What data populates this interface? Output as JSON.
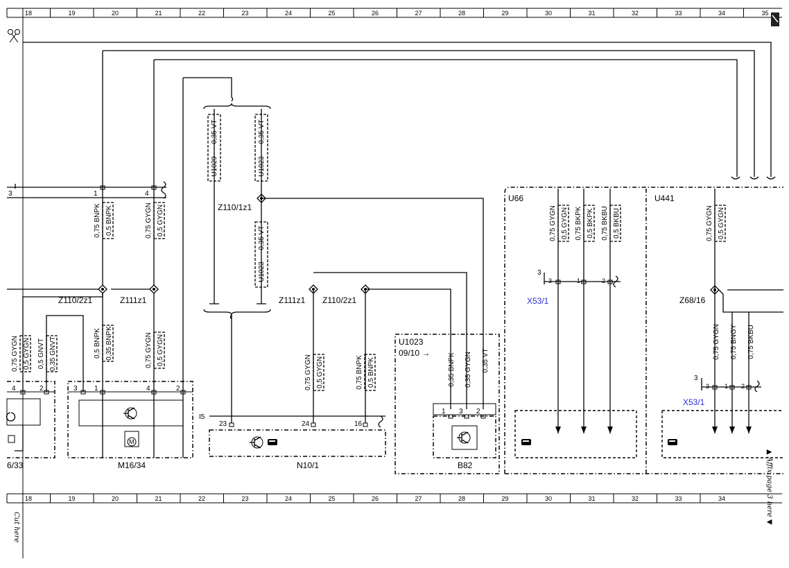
{
  "ruler": {
    "columns": [
      "18",
      "19",
      "20",
      "21",
      "22",
      "23",
      "24",
      "25",
      "26",
      "27",
      "28",
      "29",
      "30",
      "31",
      "32",
      "33",
      "34",
      "35"
    ],
    "columns_bottom": [
      "18",
      "19",
      "20",
      "21",
      "22",
      "23",
      "24",
      "25",
      "26",
      "27",
      "28",
      "29",
      "30",
      "31",
      "32",
      "33",
      "34"
    ]
  },
  "left_bus": {
    "label": "3"
  },
  "splices": {
    "z110_2z1_a": "Z110/2z1",
    "z111z1_a": "Z111z1",
    "z110_1z1": "Z110/1z1",
    "z111z1_b": "Z111z1",
    "z110_2z1_b": "Z110/2z1",
    "z68_16": "Z68/16"
  },
  "wires": {
    "w1_top": "0,75 BNPK",
    "w1_top_box": "0,5 BNPK",
    "w2_top": "0,75 GYGN",
    "w2_top_box": "0,5 GYGN",
    "w1_bot": "0,5 BNPK",
    "w1_bot_box": "0,35 BNPK",
    "w2_bot": "0,75 GYGN",
    "w2_bot_box": "0,5 GYGN",
    "l1": "0,75 GYGN",
    "l1_box": "0,5 GYGN",
    "l2": "0,5 GNVT",
    "l2_box": "0,35 GNVT",
    "u1029_id": "U1029",
    "u1029_val": "0,35 VT",
    "u1023_id": "U1023",
    "u1023_val": "0,35 VT",
    "u1023b_id": "U1023",
    "u1023b_val": "0,35 VT",
    "n10_a": "0,75 GYGN",
    "n10_a_box": "0,5 GYGN",
    "n10_b": "0,75 BNPK",
    "n10_b_box": "0,5 BNPK",
    "b82_1": "0,35 BNPK",
    "b82_2": "0,35 GYGN",
    "b82_3": "0,35 VT",
    "u66_1": "0,75 GYGN",
    "u66_1_box": "0,5 GYGN",
    "u66_2": "0,75 BKPK",
    "u66_2_box": "0,5 BKPK",
    "u66_3": "0,75 BKBU",
    "u66_3_box": "0,5 BKBU",
    "u441_1": "0,75 GYGN",
    "u441_1_box": "0,5 GYGN",
    "u441_2": "0,75 GYGN",
    "u441_3": "0,75 BNGY",
    "u441_4": "0,75 BKBU"
  },
  "pins": {
    "bus_1": "1",
    "bus_4": "4",
    "m_left_4": "4",
    "m_left_2": "2",
    "m16_3": "3",
    "m16_1": "1",
    "m16_4": "4",
    "m16_2": "2",
    "n10_23": "23",
    "n10_24": "24",
    "n10_16": "16",
    "b82_1": "1",
    "b82_3": "3",
    "b82_2": "2",
    "x53a_3": "3",
    "x53a_3i": "3",
    "x53a_1": "1",
    "x53a_2": "2",
    "x53b_3": "3",
    "x53b_3i": "3",
    "x53b_1": "1",
    "x53b_2": "2"
  },
  "components": {
    "left_partial": "6/33",
    "m16_34": "M16/34",
    "n10_1": "N10/1",
    "i5": "I5",
    "u1023_box": "U1023",
    "u1023_date": "09/10 →",
    "b82": "B82",
    "u66": "U66",
    "u441": "U441",
    "x53_1_a": "X53/1",
    "x53_1_b": "X53/1",
    "motor_m": "M"
  },
  "notes": {
    "cut_here": "Cut here",
    "affix": "▲ Affix page 3 here ▼"
  },
  "icons": [
    "scissors-icon",
    "page-corner-icon",
    "transistor-icon",
    "motor-icon",
    "pointing-hand-icon"
  ],
  "colors": {
    "line": "#000000",
    "connector_label": "#2a2ad6"
  }
}
